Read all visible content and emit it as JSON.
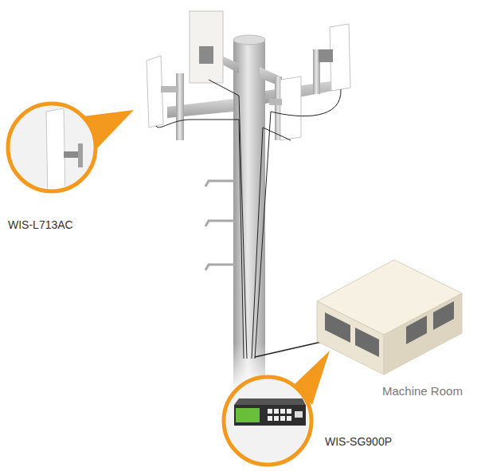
{
  "diagram": {
    "nodes": [
      {
        "text": [
          "WIS-L713AC"
        ]
      },
      {
        "text": [
          "Machine Room"
        ]
      },
      {
        "text": [
          "WIS-SG900P"
        ]
      }
    ]
  }
}
